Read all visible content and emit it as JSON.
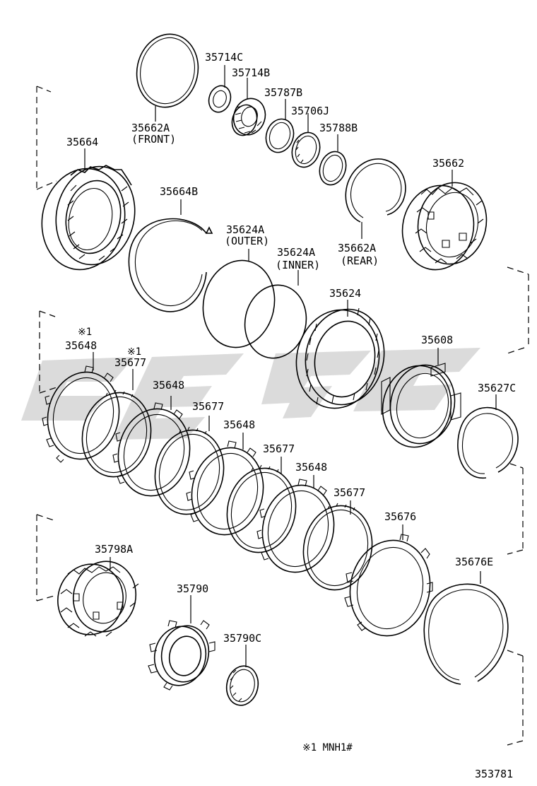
{
  "parts": {
    "p35714C": "35714C",
    "p35714B": "35714B",
    "p35787B": "35787B",
    "p35706J": "35706J",
    "p35788B": "35788B",
    "p35662A_front": "35662A",
    "p35662A_front_note": "(FRONT)",
    "p35664": "35664",
    "p35664B": "35664B",
    "p35624A_outer": "35624A",
    "p35624A_outer_note": "(OUTER)",
    "p35624A_inner": "35624A",
    "p35624A_inner_note": "(INNER)",
    "p35662A_rear": "35662A",
    "p35662A_rear_note": "(REAR)",
    "p35662": "35662",
    "p35624": "35624",
    "p35648_mark": "※1",
    "p35648_1": "35648",
    "p35677_mark": "※1",
    "p35677_1": "35677",
    "p35648_2": "35648",
    "p35677_2": "35677",
    "p35648_3": "35648",
    "p35677_3": "35677",
    "p35648_4": "35648",
    "p35677_4": "35677",
    "p35608": "35608",
    "p35627C": "35627C",
    "p35676": "35676",
    "p35676E": "35676E",
    "p35798A": "35798A",
    "p35790": "35790",
    "p35790C": "35790C"
  },
  "footnote": "※1 MNH1#",
  "diagram_number": "353781"
}
